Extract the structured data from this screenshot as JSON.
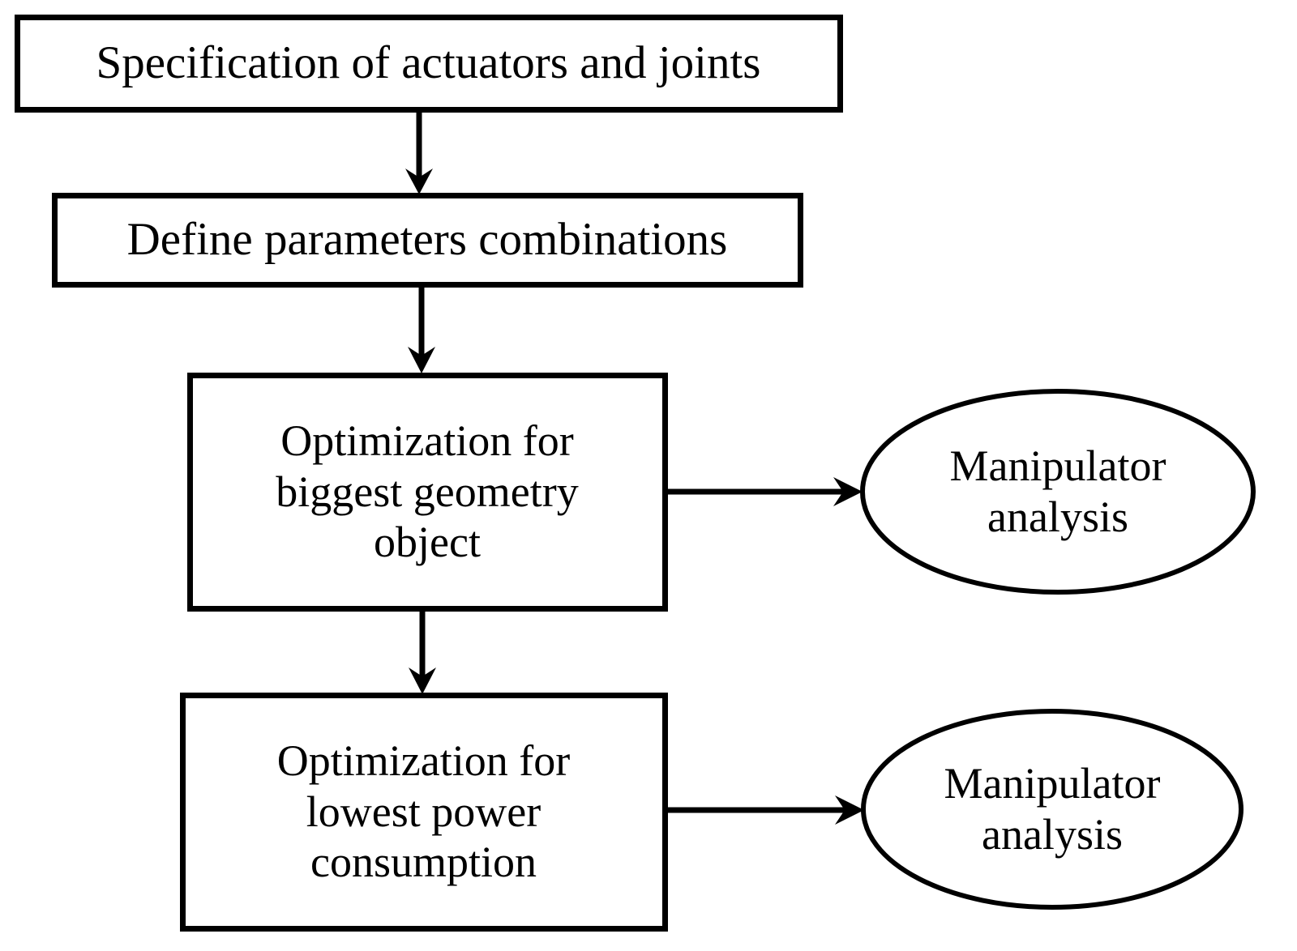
{
  "diagram": {
    "type": "flowchart",
    "orientation": "top-to-bottom-with-side-branches",
    "background_color": "#ffffff",
    "line_color": "#000000",
    "text_color": "#000000",
    "nodes": [
      {
        "id": "spec",
        "shape": "rectangle",
        "text": "Specification of actuators and joints",
        "font_size": 57
      },
      {
        "id": "params",
        "shape": "rectangle",
        "text": "Define parameters combinations",
        "font_size": 57
      },
      {
        "id": "opt_geometry",
        "shape": "rectangle",
        "text": "Optimization for\nbiggest geometry\nobject",
        "font_size": 54
      },
      {
        "id": "opt_power",
        "shape": "rectangle",
        "text": "Optimization for\nlowest power\nconsumption",
        "font_size": 54
      },
      {
        "id": "analysis_geometry",
        "shape": "ellipse",
        "text": "Manipulator\nanalysis",
        "font_size": 54
      },
      {
        "id": "analysis_power",
        "shape": "ellipse",
        "text": "Manipulator\nanalysis",
        "font_size": 54
      }
    ],
    "edges": [
      {
        "id": "e1",
        "from": "spec",
        "to": "params",
        "direction": "down",
        "arrowhead": true
      },
      {
        "id": "e2",
        "from": "params",
        "to": "opt_geometry",
        "direction": "down",
        "arrowhead": true
      },
      {
        "id": "e3",
        "from": "opt_geometry",
        "to": "opt_power",
        "direction": "down",
        "arrowhead": true
      },
      {
        "id": "e4",
        "from": "opt_geometry",
        "to": "analysis_geometry",
        "direction": "right",
        "arrowhead": true
      },
      {
        "id": "e5",
        "from": "opt_power",
        "to": "analysis_power",
        "direction": "right",
        "arrowhead": true
      }
    ]
  }
}
